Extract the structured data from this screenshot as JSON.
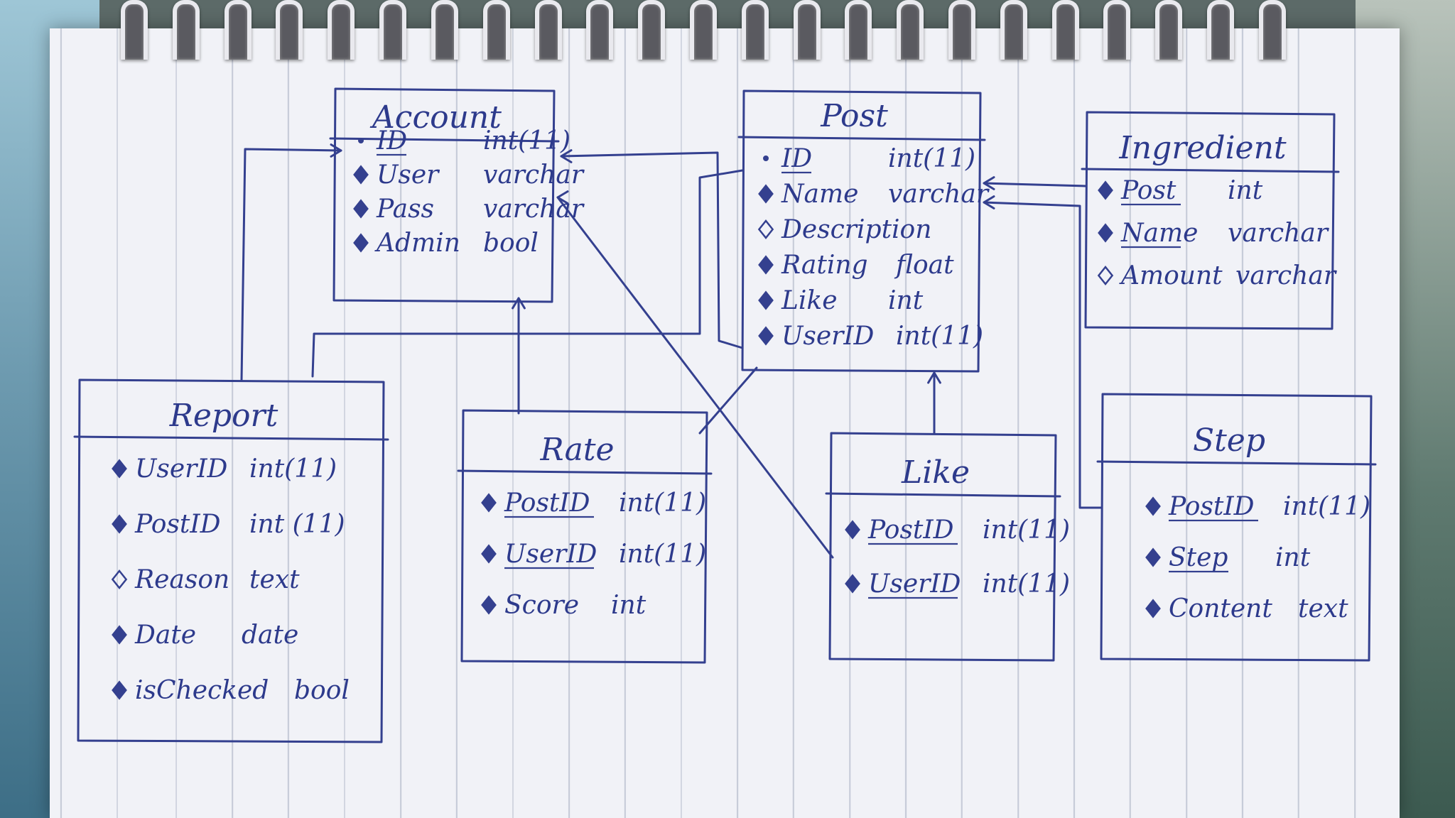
{
  "diagram": {
    "entities": [
      {
        "id": "account",
        "title": "Account",
        "attributes": [
          {
            "name": "ID",
            "type": "int(11)",
            "key": true,
            "marker": "key"
          },
          {
            "name": "User",
            "type": "varchar",
            "key": false,
            "marker": "filled"
          },
          {
            "name": "Pass",
            "type": "varchar",
            "key": false,
            "marker": "filled"
          },
          {
            "name": "Admin",
            "type": "bool",
            "key": false,
            "marker": "filled"
          }
        ]
      },
      {
        "id": "post",
        "title": "Post",
        "attributes": [
          {
            "name": "ID",
            "type": "int(11)",
            "key": true,
            "marker": "key"
          },
          {
            "name": "Name",
            "type": "varchar",
            "key": false,
            "marker": "filled"
          },
          {
            "name": "Description",
            "type": "",
            "key": false,
            "marker": "open"
          },
          {
            "name": "Rating",
            "type": "float",
            "key": false,
            "marker": "filled"
          },
          {
            "name": "Like",
            "type": "int",
            "key": false,
            "marker": "filled"
          },
          {
            "name": "UserID",
            "type": "int(11)",
            "key": false,
            "marker": "filled"
          }
        ]
      },
      {
        "id": "ingredient",
        "title": "Ingredient",
        "attributes": [
          {
            "name": "Post",
            "type": "int",
            "key": true,
            "marker": "filled"
          },
          {
            "name": "Name",
            "type": "varchar",
            "key": true,
            "marker": "filled"
          },
          {
            "name": "Amount",
            "type": "varchar",
            "key": false,
            "marker": "open"
          }
        ]
      },
      {
        "id": "report",
        "title": "Report",
        "attributes": [
          {
            "name": "UserID",
            "type": "int(11)",
            "key": false,
            "marker": "filled"
          },
          {
            "name": "PostID",
            "type": "int (11)",
            "key": false,
            "marker": "filled"
          },
          {
            "name": "Reason",
            "type": "text",
            "key": false,
            "marker": "open"
          },
          {
            "name": "Date",
            "type": "date",
            "key": false,
            "marker": "filled"
          },
          {
            "name": "isChecked",
            "type": "bool",
            "key": false,
            "marker": "filled"
          }
        ]
      },
      {
        "id": "rate",
        "title": "Rate",
        "attributes": [
          {
            "name": "PostID",
            "type": "int(11)",
            "key": true,
            "marker": "filled"
          },
          {
            "name": "UserID",
            "type": "int(11)",
            "key": true,
            "marker": "filled"
          },
          {
            "name": "Score",
            "type": "int",
            "key": false,
            "marker": "filled"
          }
        ]
      },
      {
        "id": "like",
        "title": "Like",
        "attributes": [
          {
            "name": "PostID",
            "type": "int(11)",
            "key": true,
            "marker": "filled"
          },
          {
            "name": "UserID",
            "type": "int(11)",
            "key": true,
            "marker": "filled"
          }
        ]
      },
      {
        "id": "step",
        "title": "Step",
        "attributes": [
          {
            "name": "PostID",
            "type": "int(11)",
            "key": true,
            "marker": "filled"
          },
          {
            "name": "Step",
            "type": "int",
            "key": true,
            "marker": "filled"
          },
          {
            "name": "Content",
            "type": "text",
            "key": false,
            "marker": "filled"
          }
        ]
      }
    ],
    "relationships": [
      {
        "from": "report",
        "to": "account"
      },
      {
        "from": "report",
        "to": "post"
      },
      {
        "from": "rate",
        "to": "account"
      },
      {
        "from": "rate",
        "to": "post"
      },
      {
        "from": "like",
        "to": "account"
      },
      {
        "from": "like",
        "to": "post"
      },
      {
        "from": "post",
        "to": "account"
      },
      {
        "from": "ingredient",
        "to": "post"
      },
      {
        "from": "step",
        "to": "post"
      }
    ],
    "colors": {
      "ink": "#34408f",
      "paper": "#f1f2f7",
      "rule_line": "#c6cbd8"
    }
  }
}
